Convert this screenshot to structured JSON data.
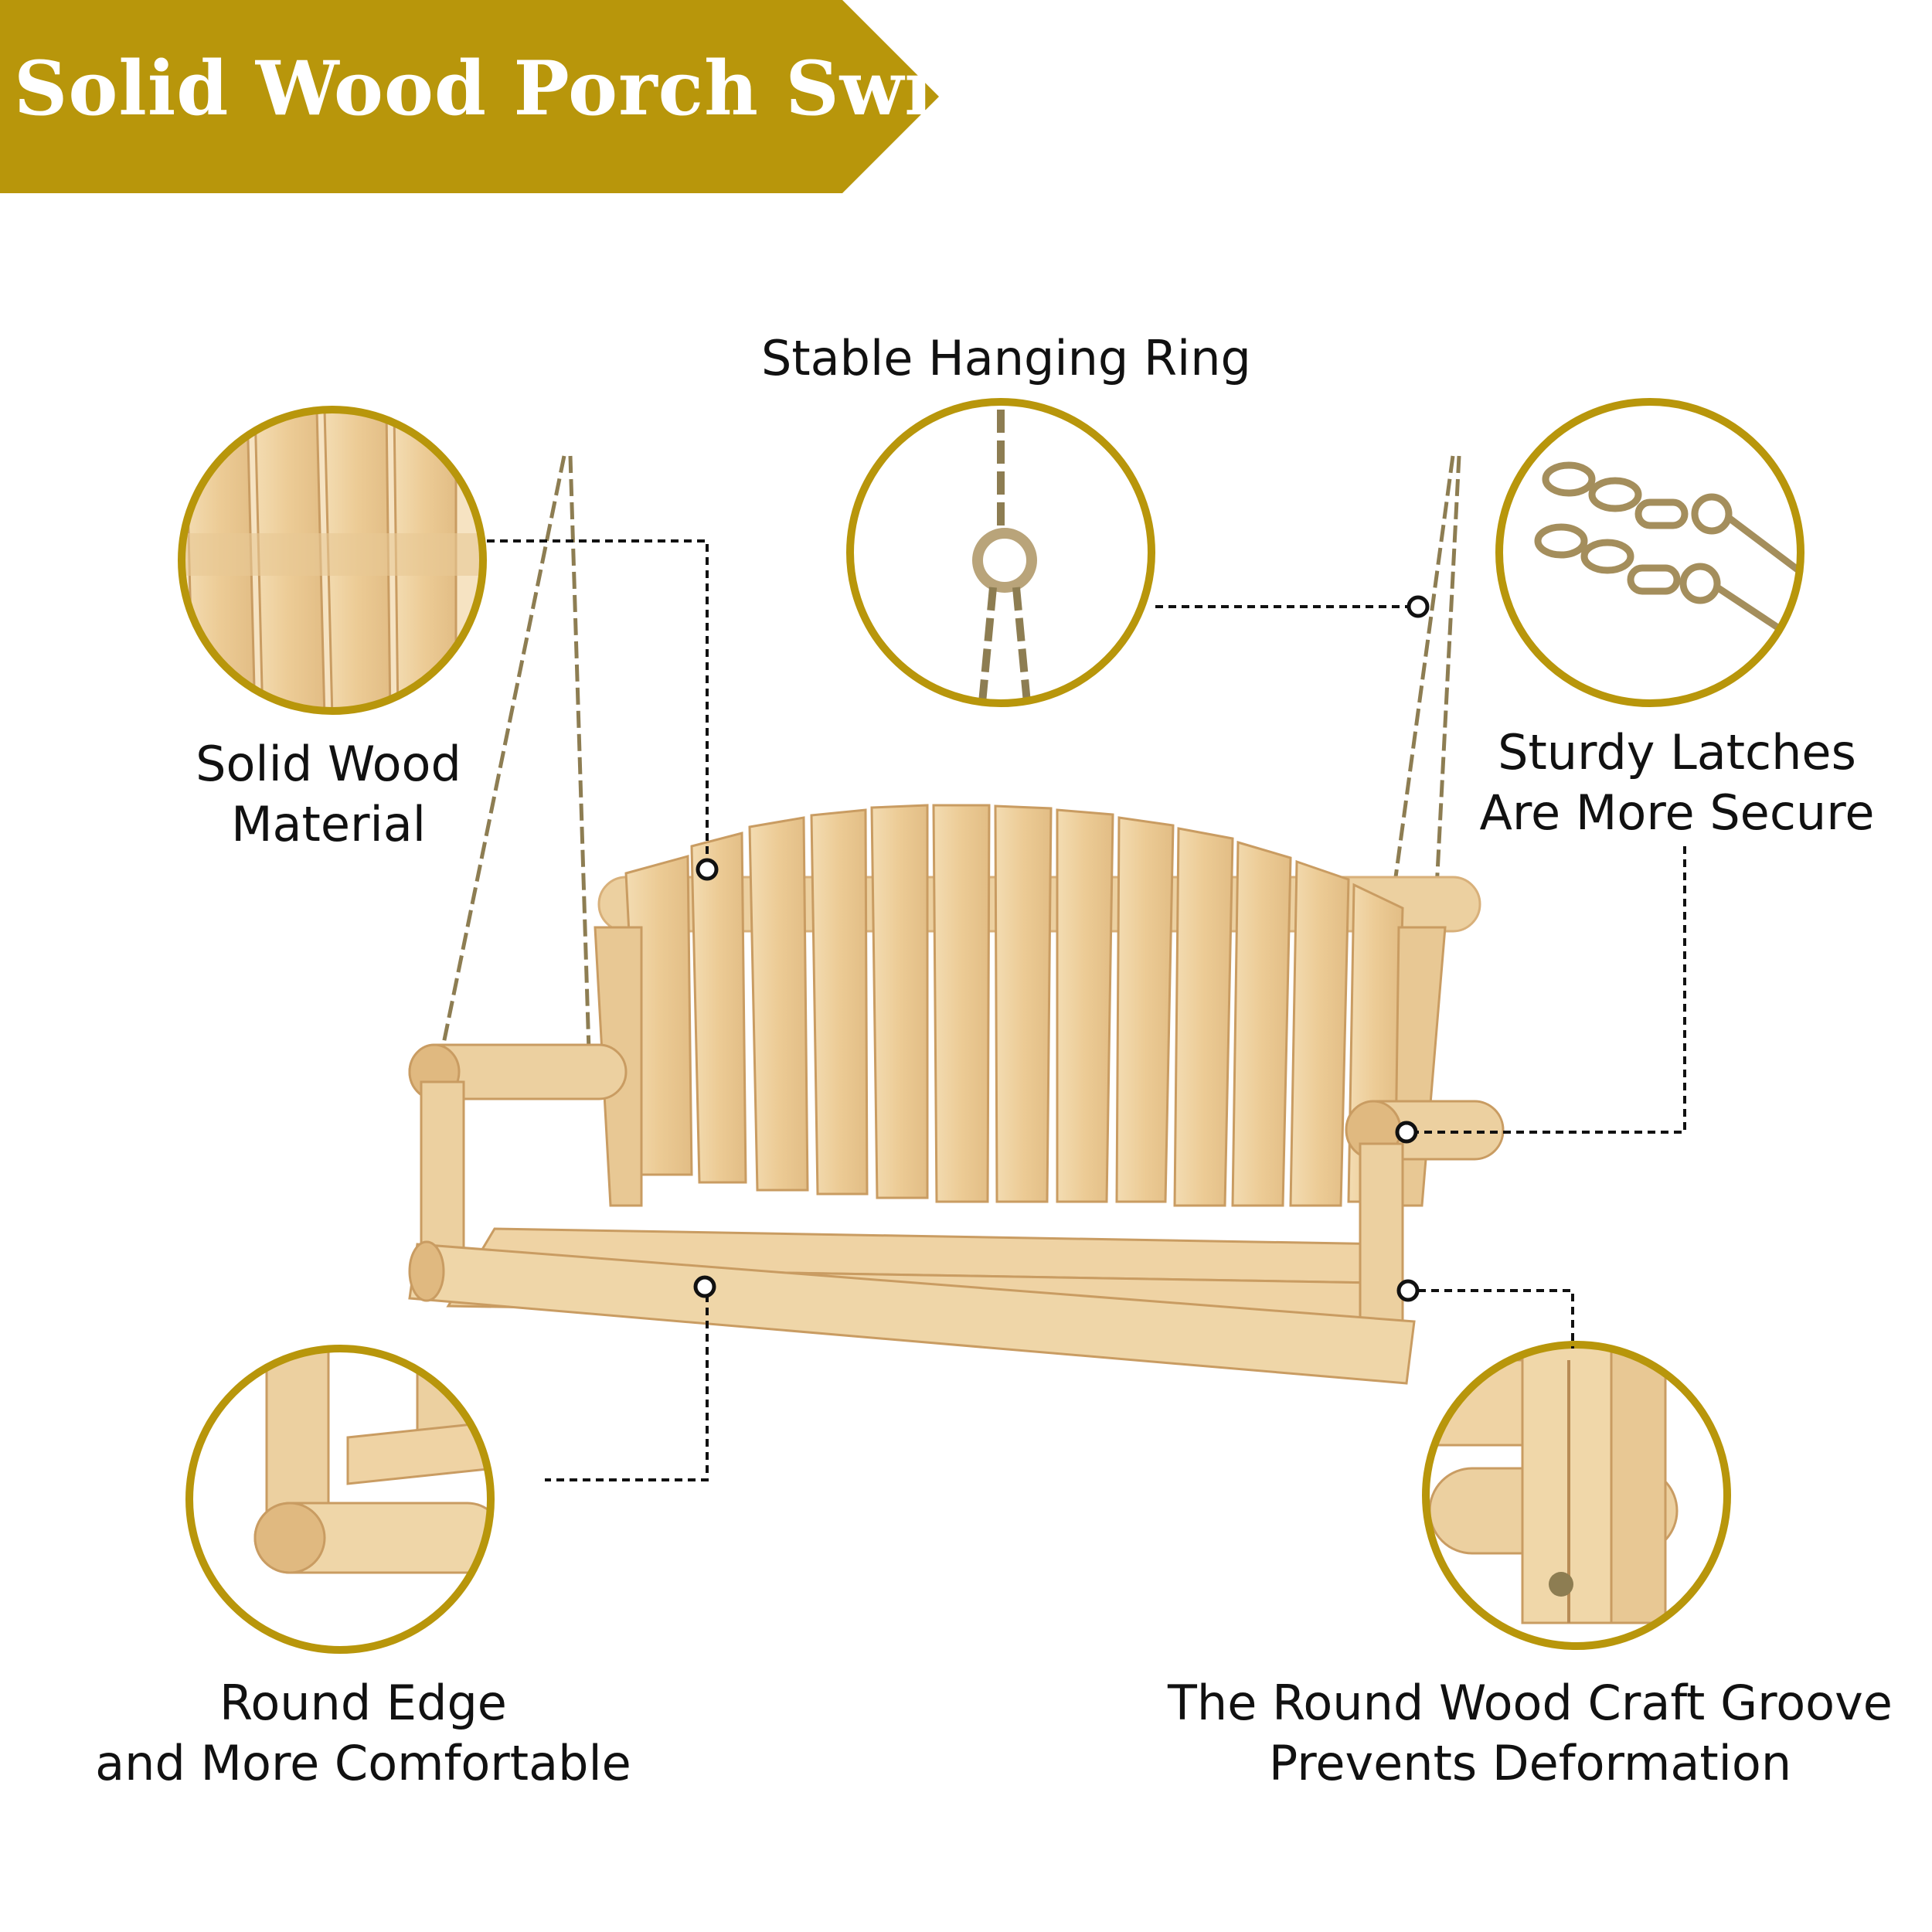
{
  "banner": {
    "title": "Solid Wood Porch Swing",
    "color": "#B8960B"
  },
  "accent_color": "#B8960B",
  "callouts": {
    "hanging_ring": "Stable Hanging Ring",
    "wood_line1": "Solid Wood",
    "wood_line2": "Material",
    "latches_line1": "Sturdy Latches",
    "latches_line2": "Are More Secure",
    "edge_line1": "Round Edge",
    "edge_line2": "and More Comfortable",
    "groove_line1": "The Round Wood Craft Groove",
    "groove_line2": "Prevents Deformation"
  }
}
